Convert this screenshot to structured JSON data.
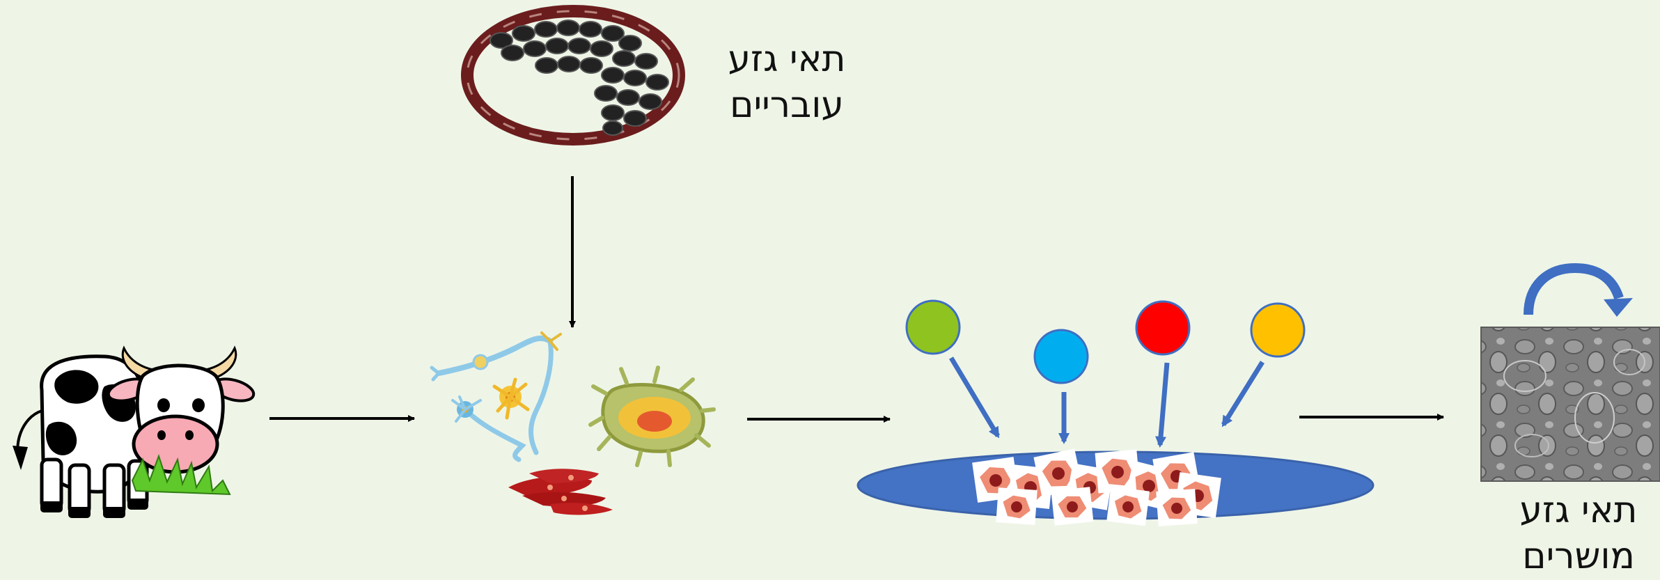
{
  "diagram": {
    "labels": {
      "embryonic_stem_cells": {
        "line1": "תאי גזע",
        "line2": "עובריים"
      },
      "induced_stem_cells": {
        "line1": "תאי גזע",
        "line2": "מושרים"
      }
    },
    "icons": {
      "cow": "cow-icon",
      "blastocyst": "blastocyst-icon",
      "differentiated_cells": "differentiated-cells-icon",
      "culture_dish": "culture-dish-icon",
      "factors": "reprogramming-factor-icon",
      "stem_cell_micrograph": "stem-cell-micrograph-icon",
      "self_renewal": "curved-arrow-icon"
    },
    "factor_colors": [
      "#8fc31f",
      "#00aeef",
      "#ff0000",
      "#ffc000"
    ],
    "colors": {
      "background": "#eef5e7",
      "dish": "#4472c4",
      "arrow": "#000000",
      "factor_arrow": "#3f6ec2"
    }
  }
}
